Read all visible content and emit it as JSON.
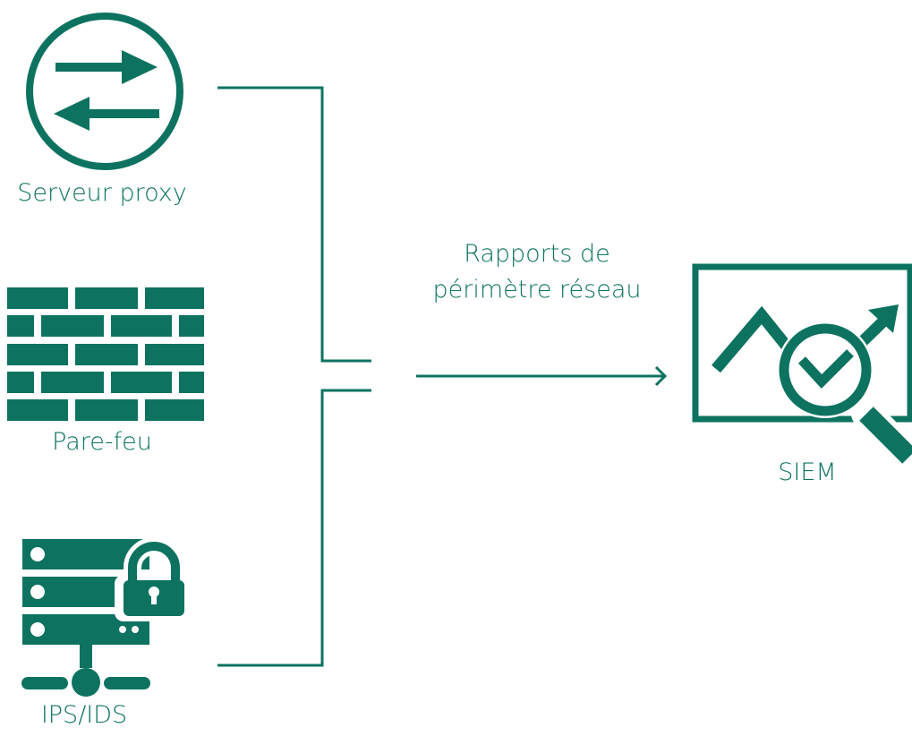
{
  "color": "#0d7360",
  "nodes": {
    "proxy": {
      "label": "Serveur proxy",
      "icon": "exchange-arrows-icon"
    },
    "firewall": {
      "label": "Pare-feu",
      "icon": "brick-wall-icon"
    },
    "ipsids": {
      "label": "IPS/IDS",
      "icon": "server-lock-icon"
    },
    "siem": {
      "label": "SIEM",
      "icon": "chart-magnifier-icon"
    }
  },
  "edge": {
    "label": "Rapports de périmètre réseau"
  }
}
